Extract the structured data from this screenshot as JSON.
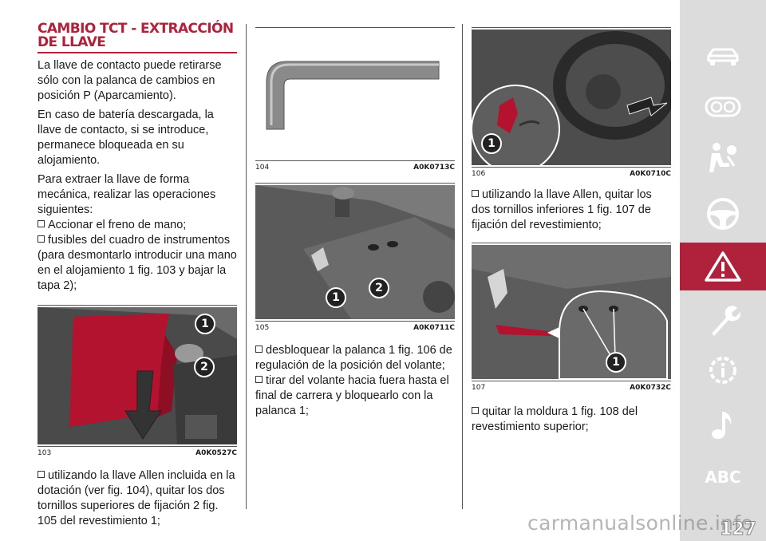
{
  "title": "CAMBIO TCT - EXTRACCIÓN DE LLAVE",
  "col1": {
    "para1": "La llave de contacto puede retirarse sólo con la palanca de cambios en posición P (Aparcamiento).",
    "para2": "En caso de batería descargada, la llave de contacto, si se introduce, permanece bloqueada en su alojamiento.",
    "para3": "Para extraer la llave de forma mecánica, realizar las operaciones siguientes:",
    "bullet1": "Accionar el freno de mano;",
    "bullet2": "fusibles del cuadro de instrumentos (para desmontarlo introducir una mano en el alojamiento 1 fig. 103 y bajar la tapa 2);",
    "bullet3": "utilizando la llave Allen incluida en la dotación (ver fig. 104), quitar los dos tornillos superiores de fijación 2 fig. 105 del revestimiento 1;"
  },
  "col2": {
    "bullet1": "desbloquear la palanca 1 fig. 106 de regulación de la posición del volante;",
    "bullet2": "tirar del volante hacia fuera hasta el final de carrera y bloquearlo con la palanca 1;"
  },
  "col3": {
    "bullet1": "utilizando la llave Allen, quitar los dos tornillos inferiores 1 fig. 107 de fijación del revestimiento;",
    "bullet2": "quitar la moldura 1 fig. 108 del revestimiento superior;"
  },
  "figures": {
    "f103": {
      "num": "103",
      "code": "A0K0527C",
      "callouts": [
        "1",
        "2"
      ]
    },
    "f104": {
      "num": "104",
      "code": "A0K0713C"
    },
    "f105": {
      "num": "105",
      "code": "A0K0711C",
      "callouts": [
        "1",
        "2"
      ]
    },
    "f106": {
      "num": "106",
      "code": "A0K0710C",
      "callouts": [
        "1"
      ]
    },
    "f107": {
      "num": "107",
      "code": "A0K0732C",
      "callouts": [
        "1"
      ]
    }
  },
  "sidebar": {
    "items": [
      "car-icon",
      "gauges-icon",
      "airbag-person-icon",
      "steering-wheel-icon",
      "warning-triangle-icon",
      "wrench-icon",
      "gear-info-icon",
      "music-note-icon"
    ],
    "active": "warning-triangle-icon",
    "abc_label": "ABC",
    "accent": "#b0213b",
    "bg": "#dcdcdc"
  },
  "page_number": "127",
  "watermark": "carmanualsonline.info"
}
